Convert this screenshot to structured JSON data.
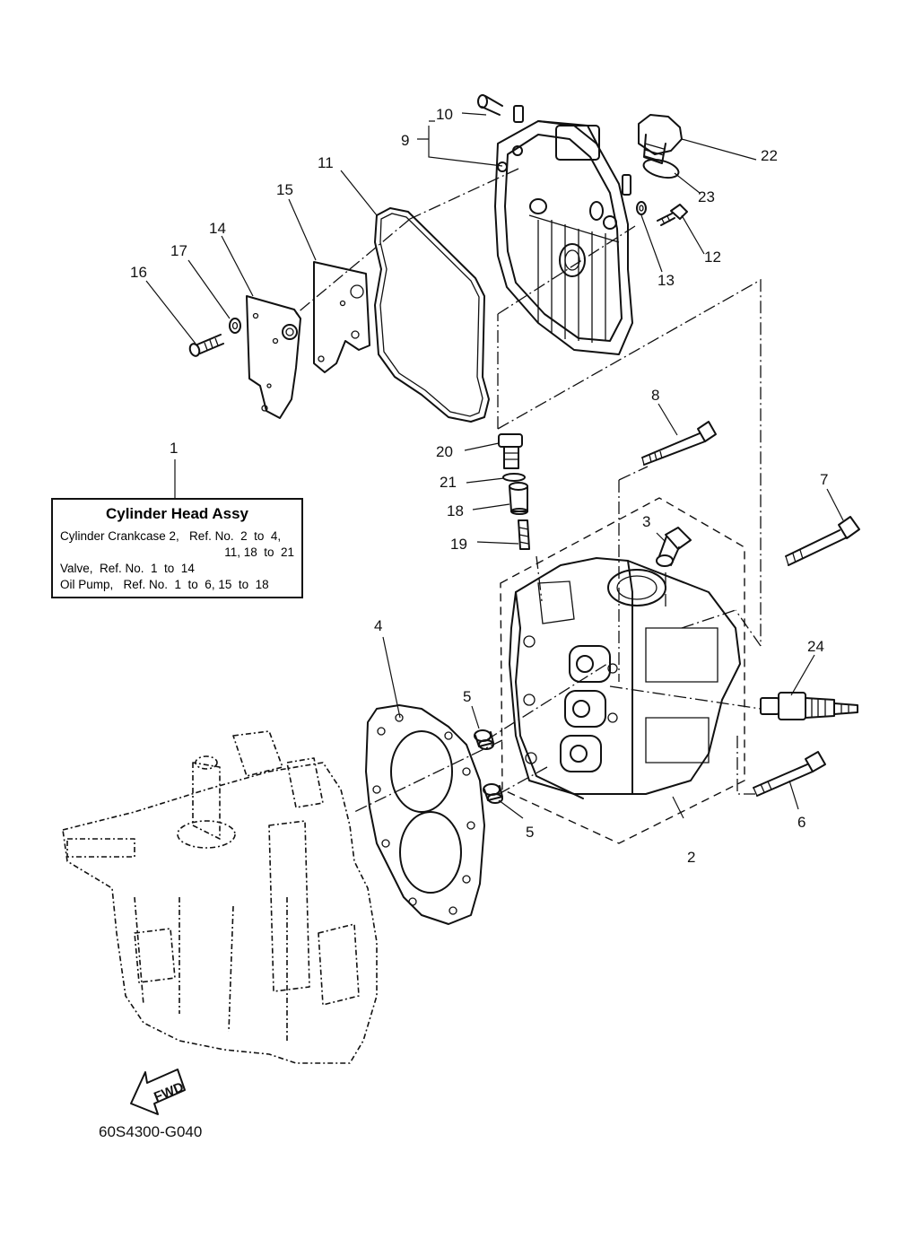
{
  "callouts": {
    "c1": "1",
    "c2": "2",
    "c3": "3",
    "c4": "4",
    "c5a": "5",
    "c5b": "5",
    "c6": "6",
    "c7": "7",
    "c8": "8",
    "c9": "9",
    "c10": "10",
    "c11": "11",
    "c12": "12",
    "c13": "13",
    "c14": "14",
    "c15": "15",
    "c16": "16",
    "c17": "17",
    "c18": "18",
    "c19": "19",
    "c20": "20",
    "c21": "21",
    "c22": "22",
    "c23": "23",
    "c24": "24"
  },
  "info_box": {
    "title": "Cylinder Head Assy",
    "line1": "Cylinder Crankcase 2,   Ref. No.  2  to  4,",
    "line2": "11, 18  to  21",
    "line3": "Valve,  Ref. No.  1  to  14",
    "line4": "Oil Pump,   Ref. No.  1  to  6, 15  to  18"
  },
  "fwd_label": "FWD",
  "drawing_code": "60S4300-G040"
}
